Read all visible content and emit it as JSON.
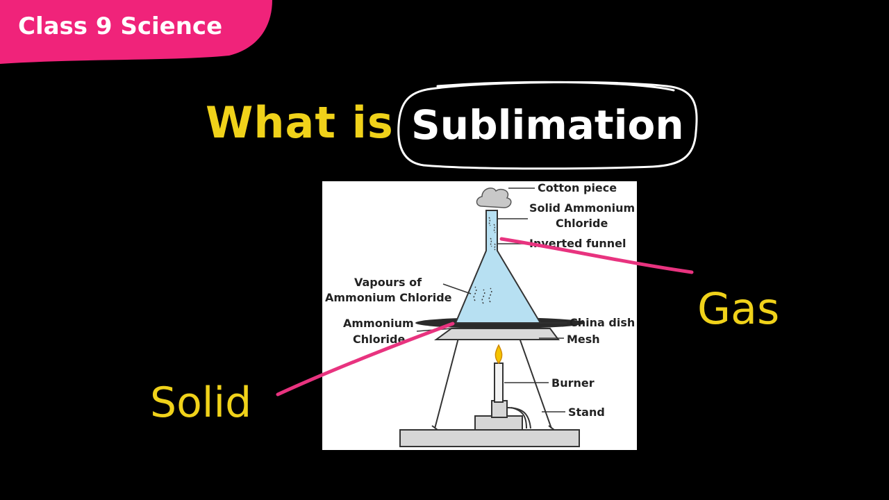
{
  "badge": {
    "text": "Class 9 Science",
    "color": "#f0237a"
  },
  "title": {
    "what": "What is",
    "word": "Sublimation"
  },
  "diagram": {
    "labels": {
      "cotton": "Cotton piece",
      "solid_nh4cl_1": "Solid Ammonium",
      "solid_nh4cl_2": "Chloride",
      "funnel": "Inverted funnel",
      "vapours_1": "Vapours of",
      "vapours_2": "Ammonium Chloride",
      "nh4cl_1": "Ammonium",
      "nh4cl_2": "Chloride",
      "china_dish": "China dish",
      "mesh": "Mesh",
      "burner": "Burner",
      "stand": "Stand"
    }
  },
  "annotations": {
    "gas": "Gas",
    "solid": "Solid",
    "color": "#e8337f"
  }
}
